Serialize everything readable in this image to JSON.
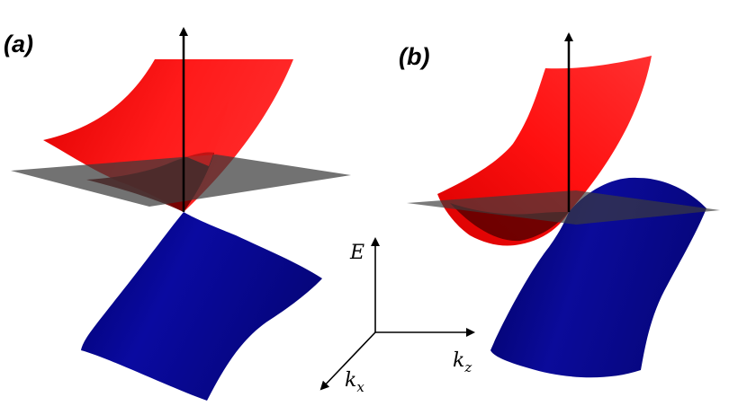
{
  "panels": [
    {
      "label": "(a)"
    },
    {
      "label": "(b)"
    }
  ],
  "axes": {
    "energy": "E",
    "kx": {
      "base": "k",
      "sub": "x"
    },
    "kz": {
      "base": "k",
      "sub": "z"
    }
  },
  "colors": {
    "conduction_band": "#ff0000",
    "valence_band": "#0a0a8c",
    "fermi_plane": "#4a4a4a",
    "axis": "#000000"
  }
}
